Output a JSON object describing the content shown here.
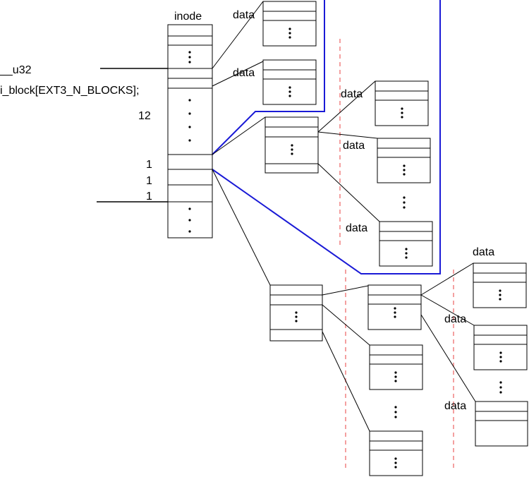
{
  "labels": {
    "inode": "inode",
    "u32": "__u32",
    "iblock": "i_block[EXT3_N_BLOCKS];",
    "twelve": "12",
    "one_a": "1",
    "one_b": "1",
    "one_c": "1",
    "data": "data"
  },
  "colors": {
    "stroke": "#000000",
    "blue_path": "#1a1ad6",
    "red_dashed": "#f08080"
  }
}
